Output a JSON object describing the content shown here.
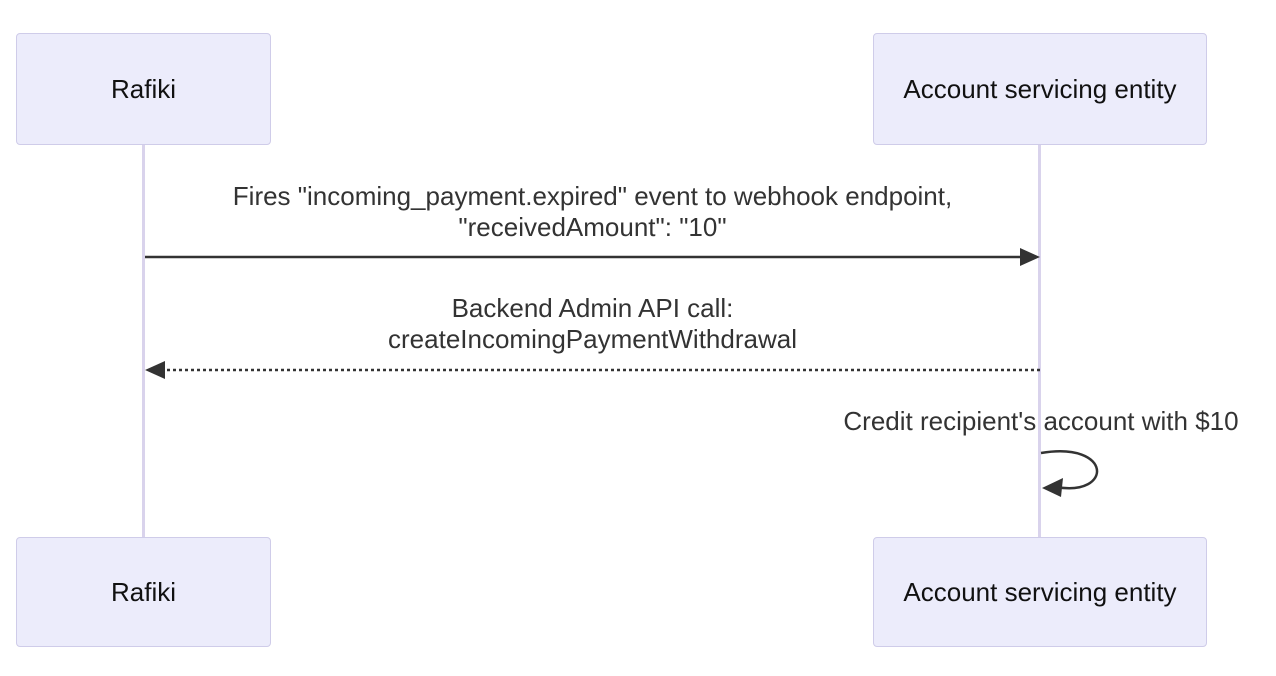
{
  "diagram": {
    "type": "sequence",
    "actors": [
      {
        "id": "rafiki",
        "label": "Rafiki"
      },
      {
        "id": "account-servicing-entity",
        "label": "Account servicing entity"
      }
    ],
    "messages": [
      {
        "from": "Rafiki",
        "to": "Account servicing entity",
        "arrow": "solid-right",
        "lines": [
          "Fires \"incoming_payment.expired\" event to webhook endpoint,",
          "\"receivedAmount\": \"10\""
        ]
      },
      {
        "from": "Account servicing entity",
        "to": "Rafiki",
        "arrow": "dashed-left",
        "lines": [
          "Backend Admin API call:",
          "createIncomingPaymentWithdrawal"
        ]
      },
      {
        "from": "Account servicing entity",
        "to": "Account servicing entity",
        "arrow": "self-loop",
        "lines": [
          "Credit recipient's account with $10"
        ]
      }
    ],
    "colors": {
      "actor_fill": "#ECECFB",
      "actor_border": "#CFCCE9",
      "lifeline": "#D9D3EC",
      "arrow_line": "#333333",
      "message_text": "#333333",
      "actor_text": "#111111",
      "background": "#FFFFFF"
    }
  }
}
